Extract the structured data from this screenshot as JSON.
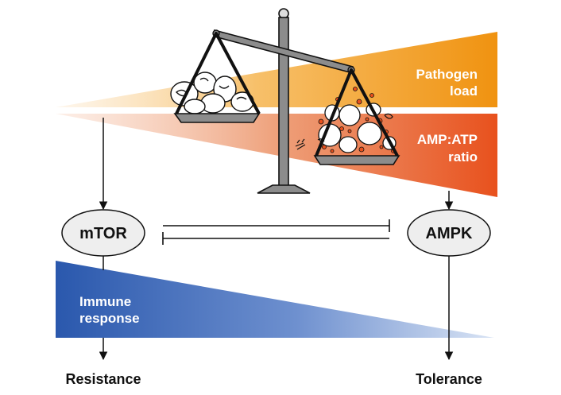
{
  "labels": {
    "pathogen_load_line1": "Pathogen",
    "pathogen_load_line2": "load",
    "amp_atp_line1": "AMP:ATP",
    "amp_atp_line2": "ratio",
    "immune_line1": "Immune",
    "immune_line2": "response",
    "mtor": "mTOR",
    "ampk": "AMPK",
    "resistance": "Resistance",
    "tolerance": "Tolerance"
  },
  "colors": {
    "pathogen_wedge": "#f0920f",
    "amp_atp_wedge": "#e8501c",
    "immune_wedge": "#2f5eb2",
    "stroke": "#111111",
    "scale_gray": "#8c8c8c"
  }
}
